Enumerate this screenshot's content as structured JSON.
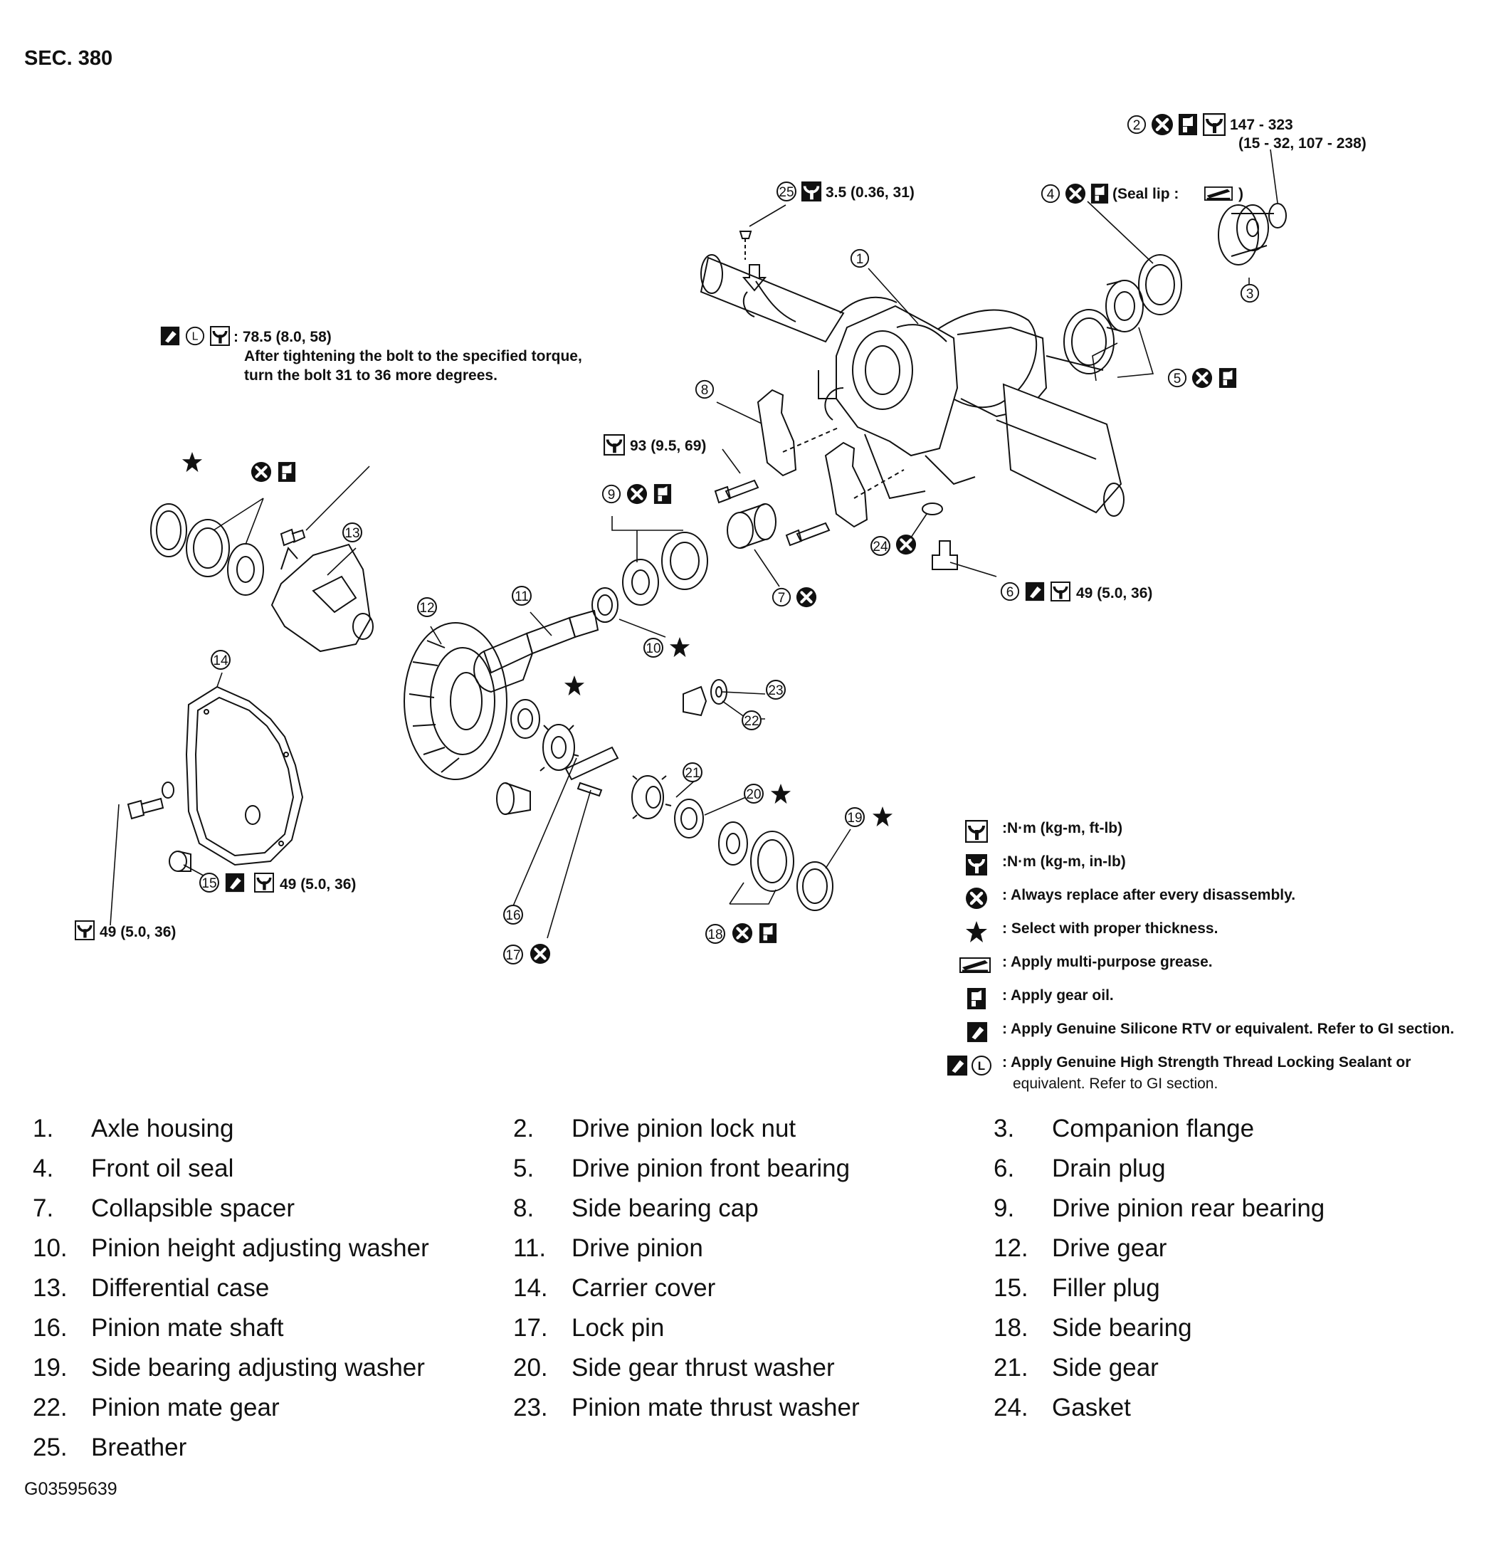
{
  "section": "SEC. 380",
  "figure_id": "G03595639",
  "callouts": {
    "c2_torque": "147 - 323",
    "c2_torque_units": "(15 - 32, 107 - 238)",
    "c25_torque": "3.5 (0.36, 31)",
    "c4_note": "(Seal lip :",
    "c4_close": ")",
    "c13_torque": ": 78.5 (8.0, 58)",
    "c13_note1": "After tightening the bolt to the specified torque,",
    "c13_note2": "turn the bolt 31 to 36 more degrees.",
    "c8_torque": "93 (9.5, 69)",
    "c6_torque": "49 (5.0, 36)",
    "c15_torque": "49 (5.0, 36)",
    "c14_torque": "49 (5.0, 36)"
  },
  "legend": [
    {
      "icon": "torque-wrench-icon",
      "text": ":N·m (kg-m, ft-lb)"
    },
    {
      "icon": "torque-wrench-small-icon",
      "text": ":N·m (kg-m, in-lb)"
    },
    {
      "icon": "replace-x-icon",
      "text": ": Always replace after every disassembly."
    },
    {
      "icon": "star-icon",
      "text": ": Select with proper thickness."
    },
    {
      "icon": "grease-icon",
      "text": ": Apply multi-purpose grease."
    },
    {
      "icon": "gear-oil-icon",
      "text": ": Apply gear oil."
    },
    {
      "icon": "sealant-icon",
      "text": ": Apply Genuine Silicone RTV or equivalent. Refer to GI section."
    },
    {
      "icon": "thread-lock-icon",
      "text": ": Apply Genuine High Strength Thread Locking Sealant or",
      "text2": "equivalent. Refer to GI section."
    }
  ],
  "parts": [
    {
      "no": "1.",
      "name": "Axle housing"
    },
    {
      "no": "2.",
      "name": "Drive pinion lock nut"
    },
    {
      "no": "3.",
      "name": "Companion flange"
    },
    {
      "no": "4.",
      "name": "Front oil seal"
    },
    {
      "no": "5.",
      "name": "Drive pinion front bearing"
    },
    {
      "no": "6.",
      "name": "Drain plug"
    },
    {
      "no": "7.",
      "name": "Collapsible spacer"
    },
    {
      "no": "8.",
      "name": "Side bearing cap"
    },
    {
      "no": "9.",
      "name": "Drive pinion rear bearing"
    },
    {
      "no": "10.",
      "name": "Pinion height adjusting washer"
    },
    {
      "no": "11.",
      "name": "Drive pinion"
    },
    {
      "no": "12.",
      "name": "Drive gear"
    },
    {
      "no": "13.",
      "name": "Differential case"
    },
    {
      "no": "14.",
      "name": "Carrier cover"
    },
    {
      "no": "15.",
      "name": "Filler plug"
    },
    {
      "no": "16.",
      "name": "Pinion mate shaft"
    },
    {
      "no": "17.",
      "name": "Lock pin"
    },
    {
      "no": "18.",
      "name": "Side bearing"
    },
    {
      "no": "19.",
      "name": "Side bearing adjusting washer"
    },
    {
      "no": "20.",
      "name": "Side gear thrust washer"
    },
    {
      "no": "21.",
      "name": "Side gear"
    },
    {
      "no": "22.",
      "name": "Pinion mate gear"
    },
    {
      "no": "23.",
      "name": "Pinion mate thrust washer"
    },
    {
      "no": "24.",
      "name": "Gasket"
    },
    {
      "no": "25.",
      "name": "Breather"
    }
  ]
}
